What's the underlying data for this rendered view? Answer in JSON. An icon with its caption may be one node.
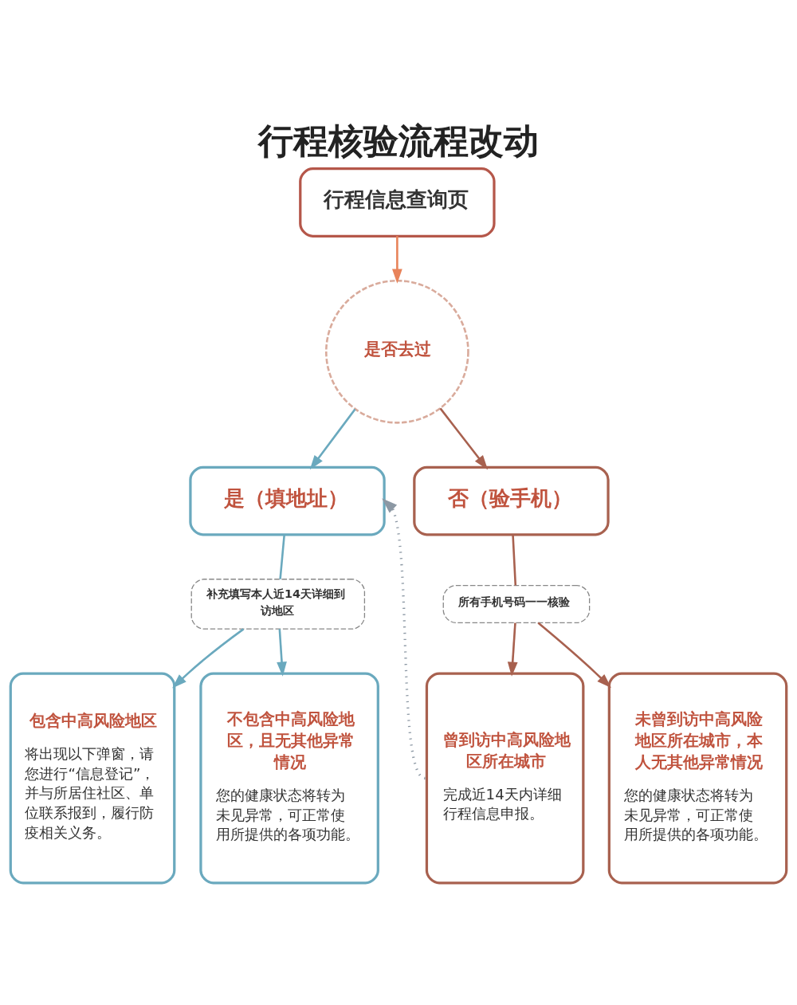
{
  "diagram": {
    "title": "行程核验流程改动",
    "nodes": [
      {
        "text": [
          "行程信息查询页"
        ]
      },
      {
        "text": [
          "是否去过"
        ]
      },
      {
        "text": [
          "是（填地址）"
        ]
      },
      {
        "text": [
          "否（验手机）"
        ]
      },
      {
        "text": [
          "补充填写本人近14天详细到访地区"
        ]
      },
      {
        "text": [
          "所有手机号码一一核验"
        ]
      },
      {
        "text": [
          "包含中高风险地区",
          "将出现以下弹窗，请您进行“信息登记”，并与所居住社区、单位联系报到，履行防疫相关义务。"
        ]
      },
      {
        "text": [
          "不包含中高风险地区，且无其他异常情况",
          "您的健康状态将转为未见异常，可正常使用所提供的各项功能。"
        ]
      },
      {
        "text": [
          "曾到访中高风险地区所在城市",
          "完成近14天内详细行程信息申报。"
        ]
      },
      {
        "text": [
          "未曾到访中高风险地区所在城市，本人无其他异常情况",
          "您的健康状态将转为未见异常，可正常使用所提供的各项功能。"
        ]
      }
    ],
    "edges": [
      {
        "from": 0,
        "to": 1,
        "arrow": "to",
        "color": "#e8835a"
      },
      {
        "from": 1,
        "to": 2,
        "arrow": "to",
        "color": "#6aa9be"
      },
      {
        "from": 1,
        "to": 3,
        "arrow": "to",
        "color": "#a8614f"
      },
      {
        "from": 2,
        "to": 4,
        "arrow": "none",
        "color": "#6aa9be"
      },
      {
        "from": 4,
        "to": 6,
        "arrow": "to",
        "color": "#6aa9be"
      },
      {
        "from": 4,
        "to": 7,
        "arrow": "to",
        "color": "#6aa9be"
      },
      {
        "from": 3,
        "to": 5,
        "arrow": "none",
        "color": "#a8614f"
      },
      {
        "from": 5,
        "to": 8,
        "arrow": "to",
        "color": "#a8614f"
      },
      {
        "from": 5,
        "to": 9,
        "arrow": "to",
        "color": "#a8614f"
      },
      {
        "from": 8,
        "to": 2,
        "arrow": "to",
        "style": "dashed",
        "color": "#8c98a4"
      }
    ]
  }
}
